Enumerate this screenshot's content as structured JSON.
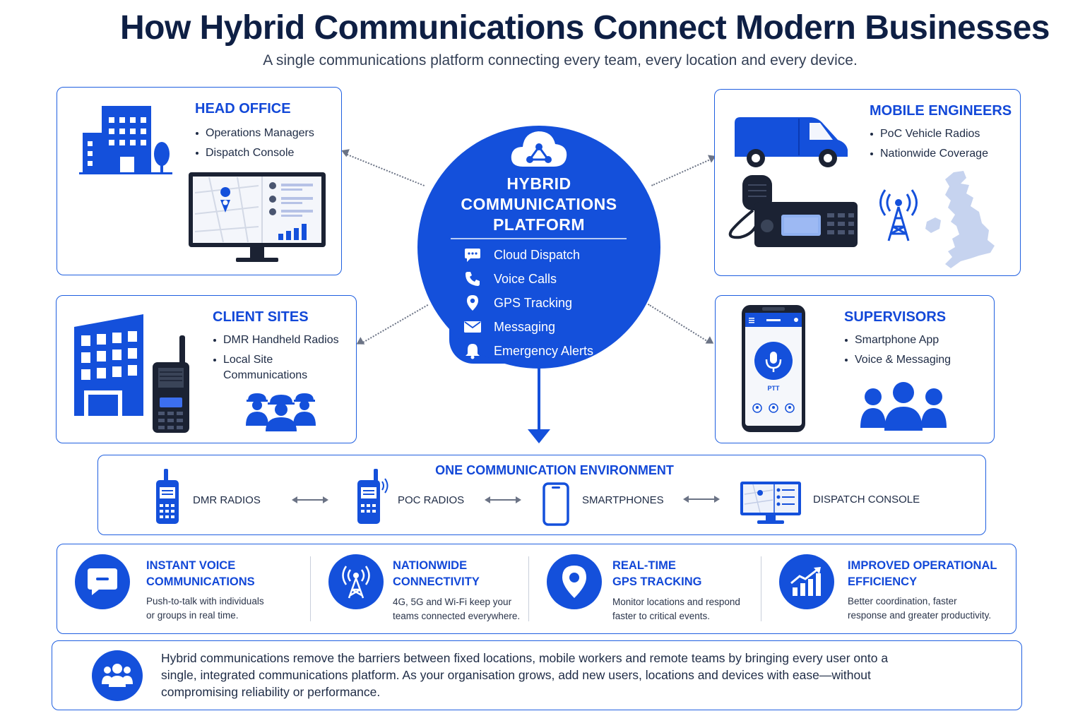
{
  "header": {
    "title": "How Hybrid Communications Connect Modern Businesses",
    "subtitle": "A single communications platform connecting every team, every location and every device."
  },
  "hub": {
    "title_lines": [
      "HYBRID",
      "COMMUNICATIONS",
      "PLATFORM"
    ],
    "features": [
      {
        "label": "Cloud Dispatch",
        "icon": "chat-bubble-icon"
      },
      {
        "label": "Voice Calls",
        "icon": "phone-icon"
      },
      {
        "label": "GPS Tracking",
        "icon": "location-pin-icon"
      },
      {
        "label": "Messaging",
        "icon": "envelope-icon"
      },
      {
        "label": "Emergency Alerts",
        "icon": "bell-icon"
      }
    ]
  },
  "cards": {
    "head_office": {
      "title": "HEAD OFFICE",
      "items": [
        "Operations Managers",
        "Dispatch Console"
      ]
    },
    "mobile_engineers": {
      "title": "MOBILE ENGINEERS",
      "items": [
        "PoC Vehicle Radios",
        "Nationwide Coverage"
      ]
    },
    "client_sites": {
      "title": "CLIENT SITES",
      "items": [
        "DMR Handheld Radios",
        "Local Site Communications"
      ]
    },
    "supervisors": {
      "title": "SUPERVISORS",
      "items": [
        "Smartphone App",
        "Voice & Messaging"
      ],
      "ptt_label": "PTT"
    }
  },
  "environment": {
    "title": "ONE COMMUNICATION ENVIRONMENT",
    "devices": [
      "DMR RADIOS",
      "POC RADIOS",
      "SMARTPHONES",
      "DISPATCH CONSOLE"
    ]
  },
  "benefits": [
    {
      "title_lines": [
        "INSTANT VOICE",
        "COMMUNICATIONS"
      ],
      "desc_lines": [
        "Push-to-talk with individuals",
        "or groups in real time."
      ],
      "icon": "speech-bubble-icon"
    },
    {
      "title_lines": [
        "NATIONWIDE",
        "CONNECTIVITY"
      ],
      "desc_lines": [
        "4G, 5G and Wi-Fi keep your",
        "teams connected everywhere."
      ],
      "icon": "antenna-tower-icon"
    },
    {
      "title_lines": [
        "REAL-TIME",
        "GPS TRACKING"
      ],
      "desc_lines": [
        "Monitor locations and respond",
        "faster to critical events."
      ],
      "icon": "map-pin-icon"
    },
    {
      "title_lines": [
        "IMPROVED OPERATIONAL",
        "EFFICIENCY"
      ],
      "desc_lines": [
        "Better coordination, faster",
        "response and greater productivity."
      ],
      "icon": "growth-chart-icon"
    }
  ],
  "footer": {
    "lines": [
      "Hybrid communications remove the barriers between fixed locations, mobile workers and remote teams by bringing every user onto a",
      "single, integrated communications platform. As your organisation grows, add new users, locations and devices with ease—without",
      "compromising reliability or performance."
    ]
  },
  "colors": {
    "primary": "#1450db",
    "heading": "#1248d8",
    "title": "#0e1f44",
    "map": "#c6d3ef"
  }
}
